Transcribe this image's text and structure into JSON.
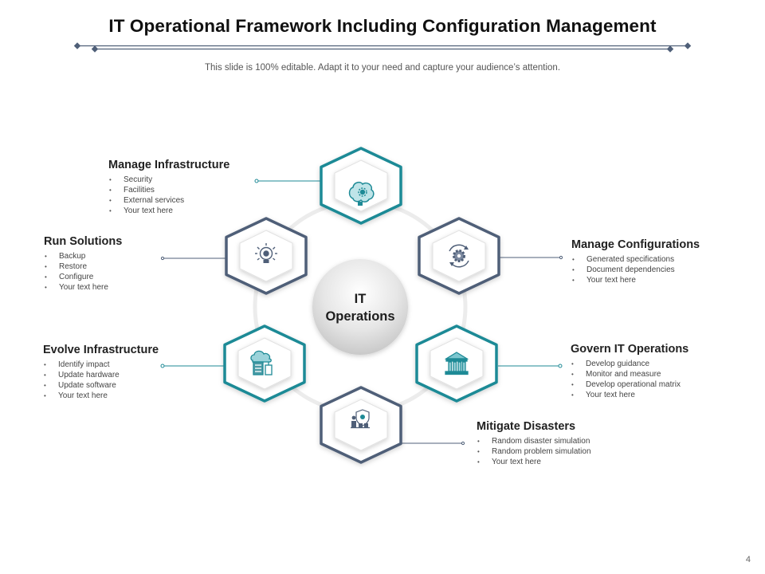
{
  "slide": {
    "title": "IT Operational Framework Including Configuration Management",
    "subtitle": "This slide is 100% editable. Adapt it to your need and capture your audience’s attention.",
    "page_number": "4"
  },
  "center": {
    "line1": "IT",
    "line2": "Operations"
  },
  "colors": {
    "teal": "#1e8a96",
    "slate": "#4f5f78",
    "text": "#222222"
  },
  "sections": {
    "manage_infrastructure": {
      "title": "Manage Infrastructure",
      "icon": "brain-gear-icon",
      "items": [
        "Security",
        "Facilities",
        "External services",
        "Your text here"
      ]
    },
    "run_solutions": {
      "title": "Run Solutions",
      "icon": "lightbulb-gear-icon",
      "items": [
        "Backup",
        "Restore",
        "Configure",
        "Your text here"
      ]
    },
    "evolve_infrastructure": {
      "title": "Evolve Infrastructure",
      "icon": "cloud-server-icon",
      "items": [
        "Identify impact",
        "Update hardware",
        "Update software",
        "Your text here"
      ]
    },
    "manage_configurations": {
      "title": "Manage Configurations",
      "icon": "gear-cycle-icon",
      "items": [
        "Generated specifications",
        "Document dependencies",
        "Your text here"
      ]
    },
    "govern_it_operations": {
      "title": "Govern IT Operations",
      "icon": "building-columns-icon",
      "items": [
        "Develop guidance",
        "Monitor and measure",
        "Develop operational matrix",
        "Your text here"
      ]
    },
    "mitigate_disasters": {
      "title": "Mitigate Disasters",
      "icon": "shield-team-icon",
      "items": [
        "Random disaster simulation",
        "Random problem simulation",
        "Your text here"
      ]
    }
  }
}
